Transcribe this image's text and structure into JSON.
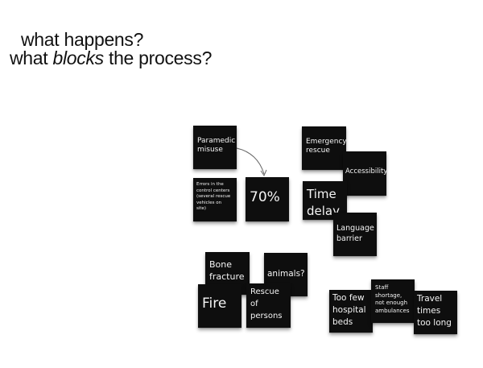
{
  "heading": {
    "line1": "what happens?",
    "line2_prefix": "what ",
    "line2_emphasis": "blocks",
    "line2_suffix": " the process?"
  },
  "notes": [
    {
      "id": "paramedic",
      "text": "Paramedic\nmisuse"
    },
    {
      "id": "errors",
      "text": "Errors in the\ncontrol centers\n(several rescue\nvehicles on\nsite)"
    },
    {
      "id": "seventy",
      "text": "70%"
    },
    {
      "id": "emergency",
      "text": "Emergency\nrescue"
    },
    {
      "id": "accessibility",
      "text": "Accessibility"
    },
    {
      "id": "timedelay",
      "text": "Time\ndelay"
    },
    {
      "id": "language",
      "text": "Language\nbarrier"
    },
    {
      "id": "bone",
      "text": "Bone\nfracture"
    },
    {
      "id": "animals",
      "text": "animals?"
    },
    {
      "id": "fire",
      "text": "Fire"
    },
    {
      "id": "rescue",
      "text": "Rescue\nof\npersons"
    },
    {
      "id": "hospital",
      "text": "Too few\nhospital\nbeds"
    },
    {
      "id": "staff",
      "text": "Staff\nshortage,\nnot enough\nambulances"
    },
    {
      "id": "travel",
      "text": "Travel\ntimes\ntoo long"
    }
  ],
  "colors": {
    "note_bg": "#0e0e0e",
    "note_text": "#f4f4f4",
    "arrow": "#666666"
  }
}
